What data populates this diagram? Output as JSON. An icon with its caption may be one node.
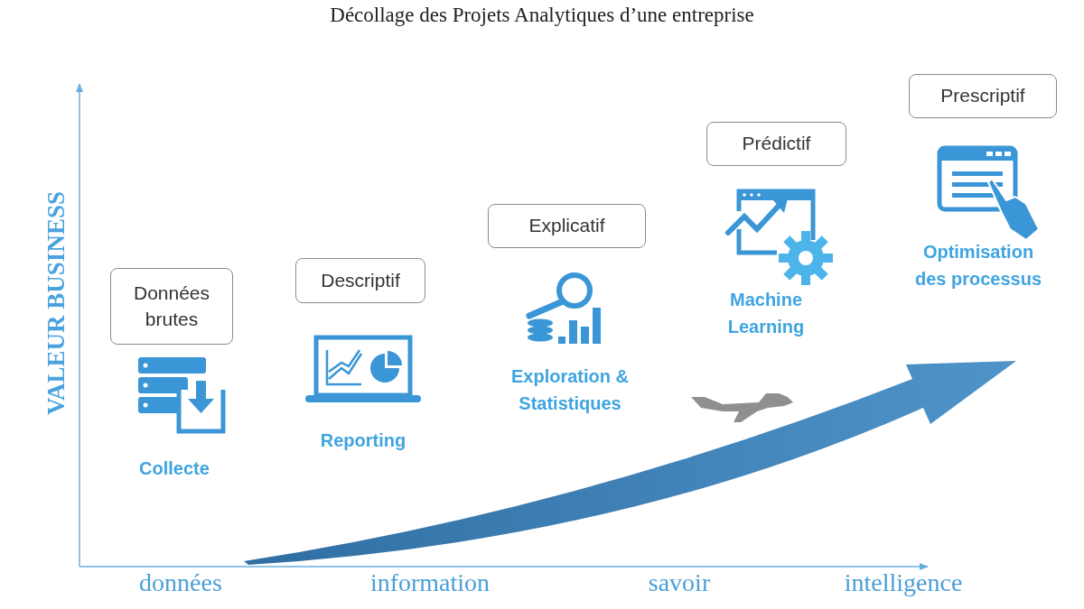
{
  "diagram": {
    "title": "Décollage des Projets Analytiques d’une entreprise",
    "nodes": [
      {
        "text": [
          "Données brutes"
        ]
      },
      {
        "text": [
          "Descriptif"
        ]
      },
      {
        "text": [
          "Explicatif"
        ]
      },
      {
        "text": [
          "Prédictif"
        ]
      },
      {
        "text": [
          "Prescriptif"
        ]
      }
    ],
    "labels": [
      "VALEUR BUSINESS",
      "Collecte",
      "Reporting",
      "Exploration & Statistiques",
      "Machine Learning",
      "Optimisation des processus",
      "données",
      "information",
      "savoir",
      "intelligence"
    ]
  }
}
